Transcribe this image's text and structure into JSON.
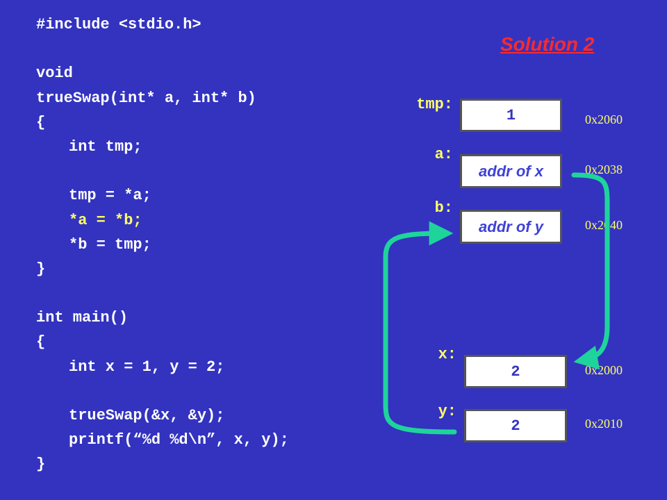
{
  "code": {
    "lines": [
      "#include <stdio.h>",
      "",
      "void",
      "trueSwap(int* a, int* b)",
      "{",
      "int tmp;",
      "",
      "tmp = *a;",
      "*a = *b;",
      "*b = tmp;",
      "}",
      "",
      "int main()",
      "{",
      "int x = 1, y = 2;",
      "",
      "trueSwap(&x, &y);",
      "printf(“%d %d\\n”, x, y);",
      "}"
    ]
  },
  "title": "Solution 2",
  "memory": {
    "tmp": {
      "label": "tmp:",
      "value": "1",
      "address": "0x2060"
    },
    "a": {
      "label": "a:",
      "value": "addr of x",
      "address": "0x2038"
    },
    "b": {
      "label": "b:",
      "value": "addr of y",
      "address": "0x2040"
    },
    "x": {
      "label": "x:",
      "value": "2",
      "address": "0x2000"
    },
    "y": {
      "label": "y:",
      "value": "2",
      "address": "0x2010"
    }
  },
  "colors": {
    "background": "#3333c0",
    "code_text": "#ffffff",
    "highlight": "#ffff66",
    "title": "#ff2a2a",
    "arrow": "#1fd49a"
  }
}
